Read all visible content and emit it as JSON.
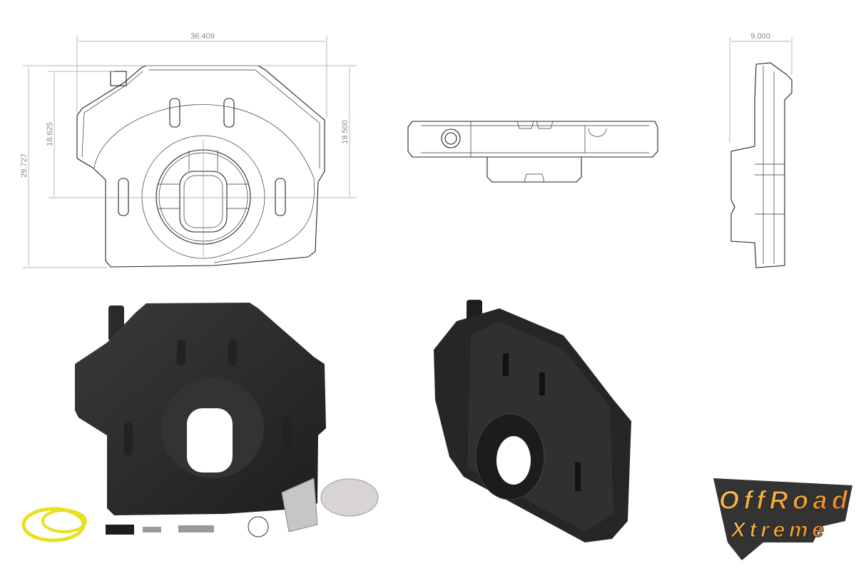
{
  "drawing": {
    "front_view": {
      "width_dim": "36.409",
      "overall_height_dim": "29.727",
      "inner_left_height_dim": "18.625",
      "inner_right_height_dim": "19.500"
    },
    "side_view": {
      "depth_dim": "9.000"
    }
  },
  "logo": {
    "line1": "OffRoad",
    "line2": "Xtreme"
  },
  "colors": {
    "tank_black": "#2b2b2b",
    "logo_orange": "#f0a030",
    "logo_outline": "#3a3a3a",
    "fuel_line_yellow": "#e8e020"
  }
}
